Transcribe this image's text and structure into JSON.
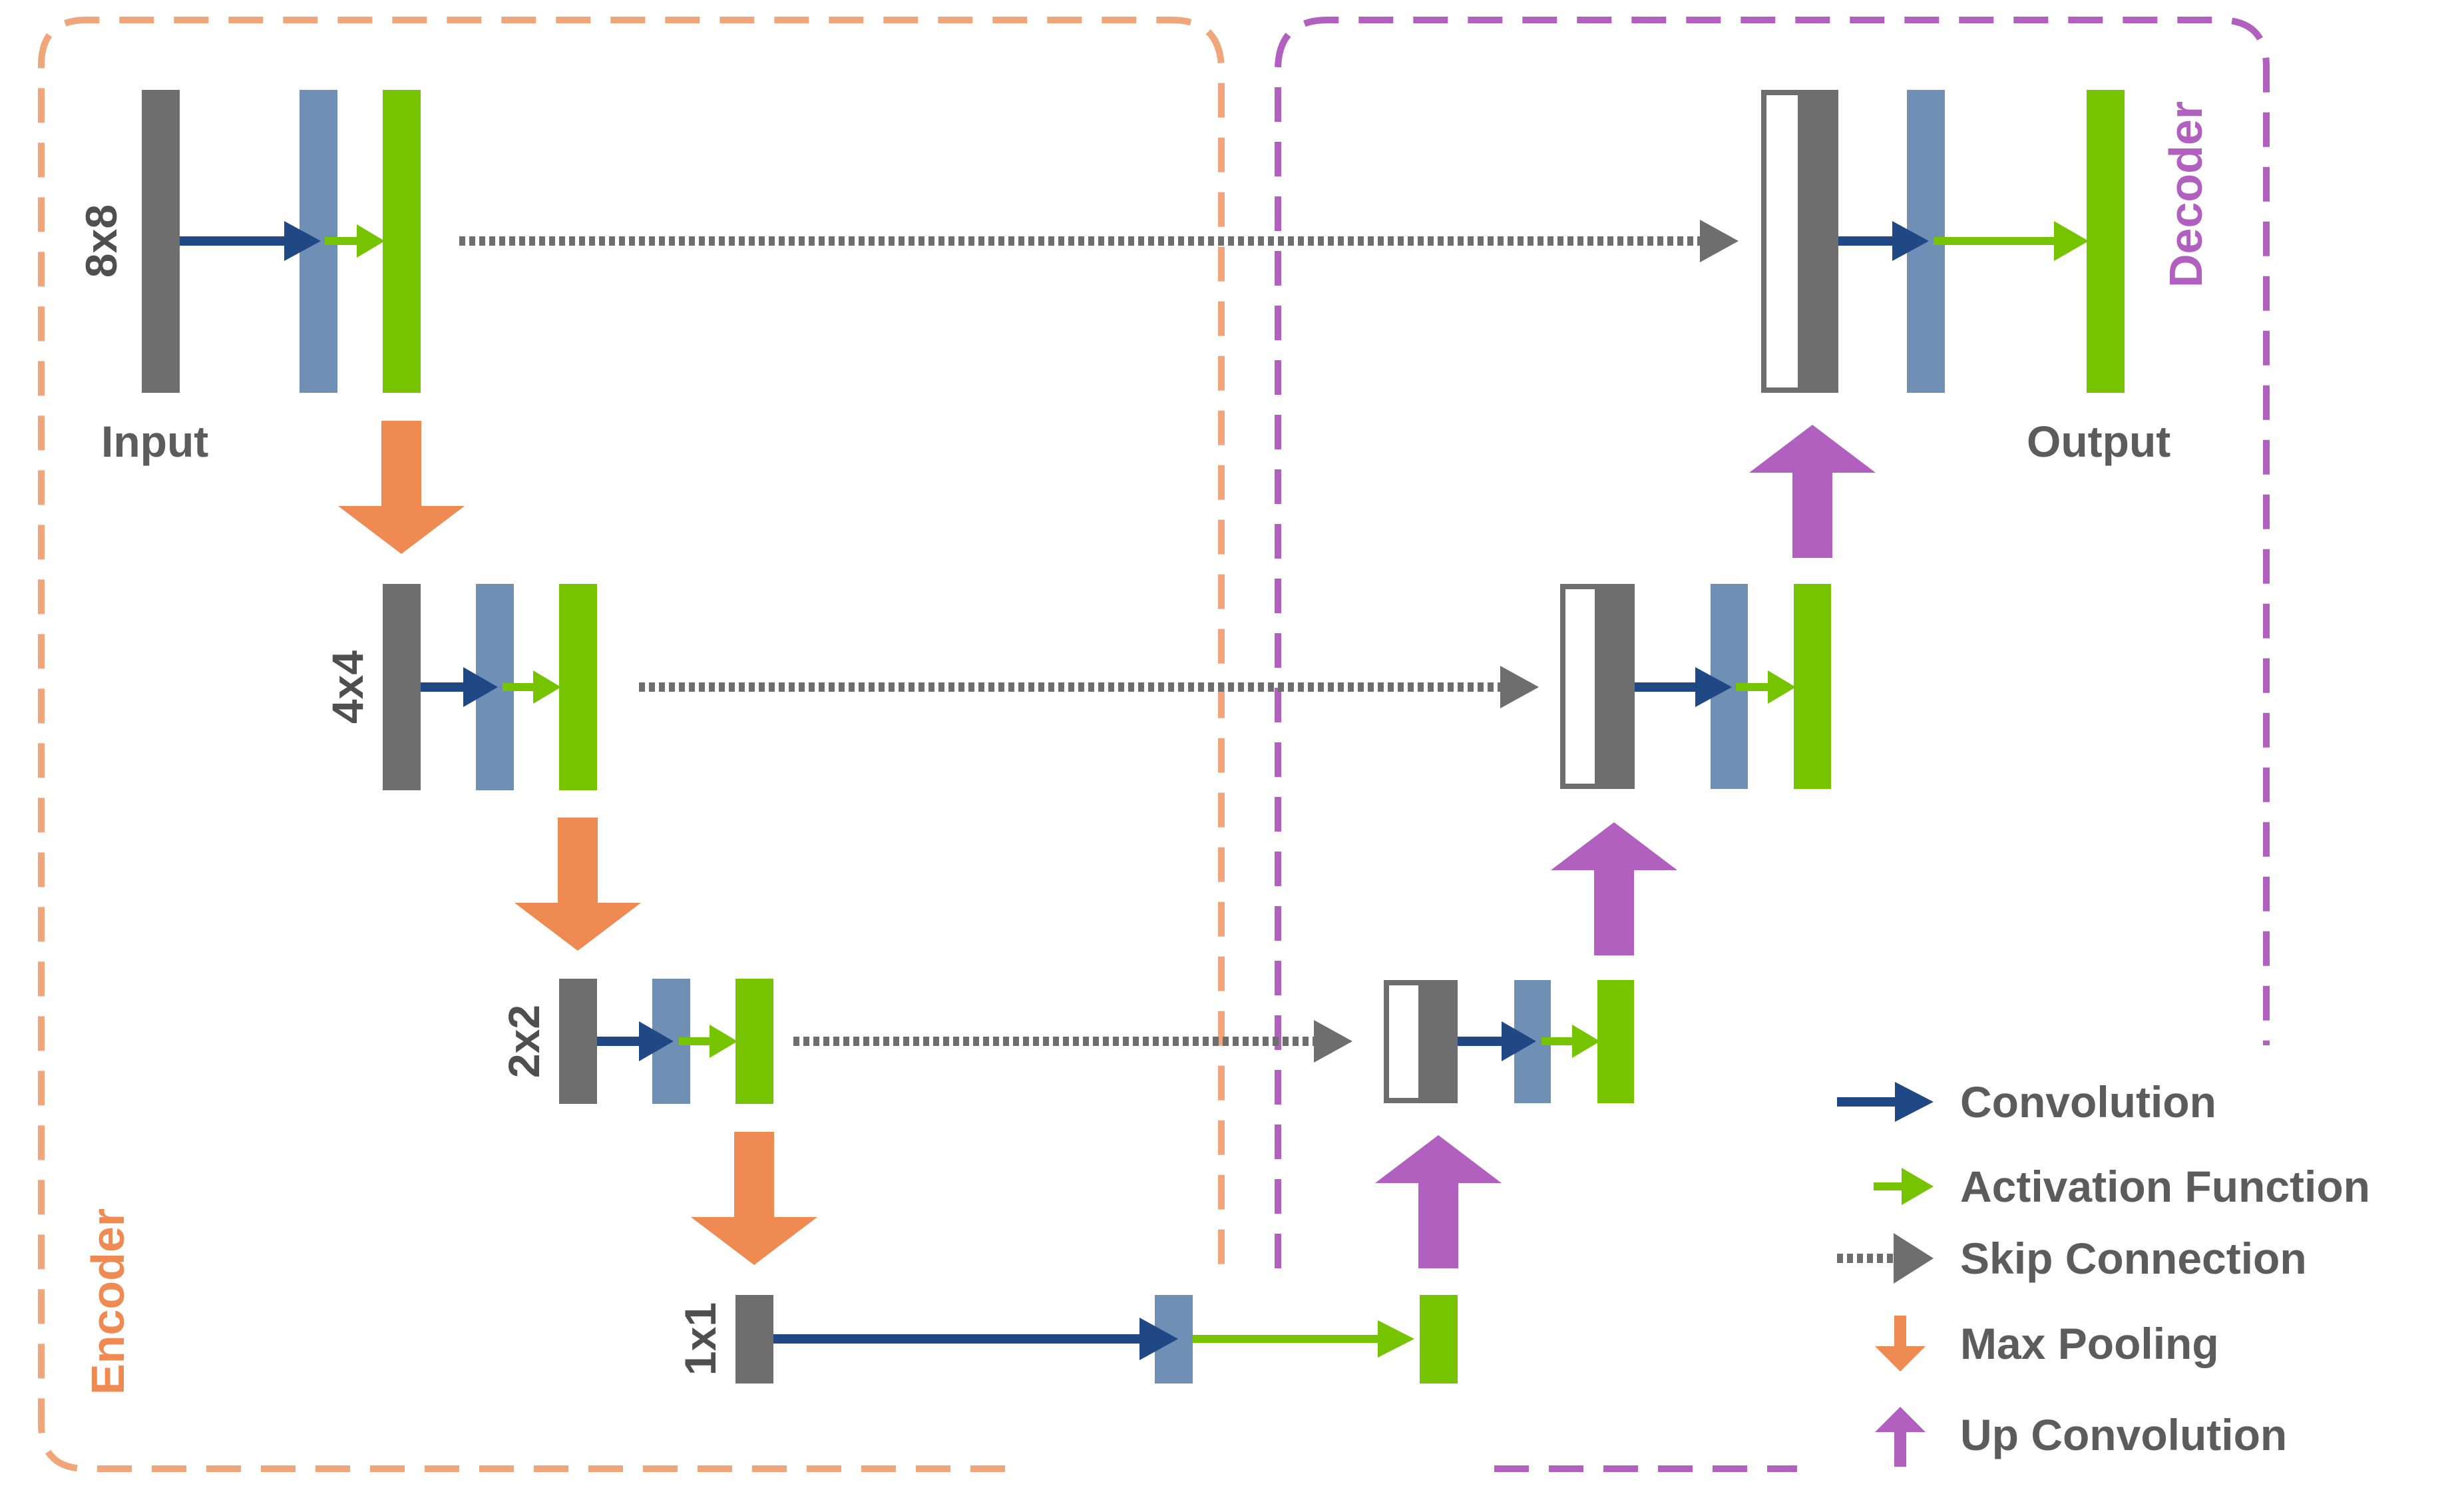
{
  "colors": {
    "input_block": "#6e6e6e",
    "conv_block": "#6f8fb4",
    "activation_block": "#76c400",
    "convolution_arrow": "#1f4885",
    "activation_arrow": "#76c400",
    "skip_arrow": "#6e6e6e",
    "max_pooling_arrow": "#ef8a52",
    "up_convolution_arrow": "#b160c0",
    "encoder_border": "#f0a57a",
    "decoder_border": "#b160c0"
  },
  "regions": {
    "encoder": "Encoder",
    "decoder": "Decoder"
  },
  "labels": {
    "input": "Input",
    "output": "Output"
  },
  "levels": [
    {
      "dim": "8x8"
    },
    {
      "dim": "4x4"
    },
    {
      "dim": "2x2"
    },
    {
      "dim": "1x1"
    }
  ],
  "legend": [
    {
      "type": "convolution",
      "label": "Convolution"
    },
    {
      "type": "activation",
      "label": "Activation Function"
    },
    {
      "type": "skip",
      "label": "Skip Connection"
    },
    {
      "type": "max-pooling",
      "label": "Max Pooling"
    },
    {
      "type": "up-convolution",
      "label": "Up Convolution"
    }
  ]
}
